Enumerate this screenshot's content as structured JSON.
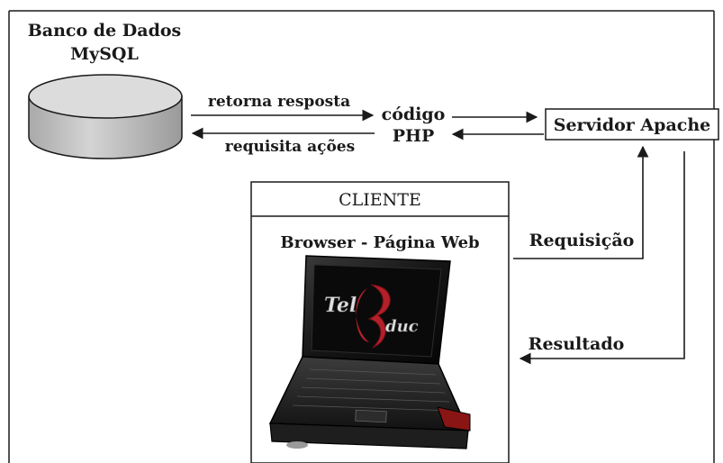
{
  "database": {
    "title_line1": "Banco de Dados",
    "title_line2": "MySQL"
  },
  "arrows": {
    "returns_response": "retorna resposta",
    "requests_actions": "requisita ações",
    "request": "Requisição",
    "result": "Resultado"
  },
  "php": {
    "line1": "código",
    "line2": "PHP"
  },
  "server": {
    "label": "Servidor Apache"
  },
  "client": {
    "title": "CLIENTE",
    "subtitle": "Browser - Página Web",
    "screen_logo": "TelEduc"
  },
  "colors": {
    "line": "#1a1a1a",
    "cylinder_fill": "#c9c9c9",
    "cylinder_top": "#dcdcdc",
    "logo_red": "#b3202a",
    "logo_silver": "#e0e0e0"
  }
}
